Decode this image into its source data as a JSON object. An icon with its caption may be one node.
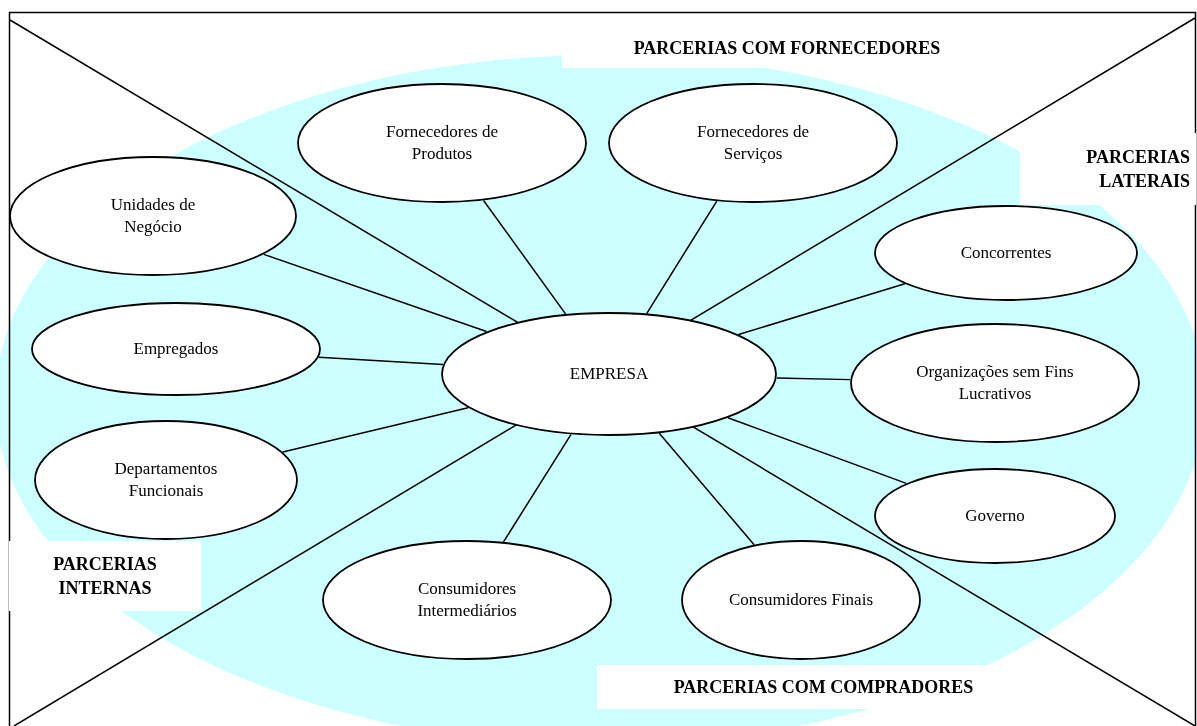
{
  "diagram": {
    "nodes": [
      {
        "text": [
          "Fornecedores de Produtos"
        ]
      },
      {
        "text": [
          "Fornecedores de Serviços"
        ]
      },
      {
        "text": [
          "Unidades de Negócio"
        ]
      },
      {
        "text": [
          "Concorrentes"
        ]
      },
      {
        "text": [
          "Empregados"
        ]
      },
      {
        "text": [
          "EMPRESA"
        ]
      },
      {
        "text": [
          "Organizações sem Fins Lucrativos"
        ]
      },
      {
        "text": [
          "Departamentos Funcionais"
        ]
      },
      {
        "text": [
          "Governo"
        ]
      },
      {
        "text": [
          "Consumidores Intermediários"
        ]
      },
      {
        "text": [
          "Consumidores Finais"
        ]
      }
    ],
    "edges": [
      {
        "from": 5,
        "to": 0,
        "arrow": "none"
      },
      {
        "from": 5,
        "to": 1,
        "arrow": "none"
      },
      {
        "from": 5,
        "to": 2,
        "arrow": "none"
      },
      {
        "from": 5,
        "to": 3,
        "arrow": "none"
      },
      {
        "from": 5,
        "to": 4,
        "arrow": "none"
      },
      {
        "from": 5,
        "to": 6,
        "arrow": "none"
      },
      {
        "from": 5,
        "to": 7,
        "arrow": "none"
      },
      {
        "from": 5,
        "to": 8,
        "arrow": "none"
      },
      {
        "from": 5,
        "to": 9,
        "arrow": "none"
      },
      {
        "from": 5,
        "to": 10,
        "arrow": "none"
      }
    ],
    "labels": [
      "PARCERIAS COM FORNECEDORES",
      "PARCERIAS LATERAIS",
      "PARCERIAS INTERNAS",
      "PARCERIAS COM COMPRADORES"
    ]
  }
}
